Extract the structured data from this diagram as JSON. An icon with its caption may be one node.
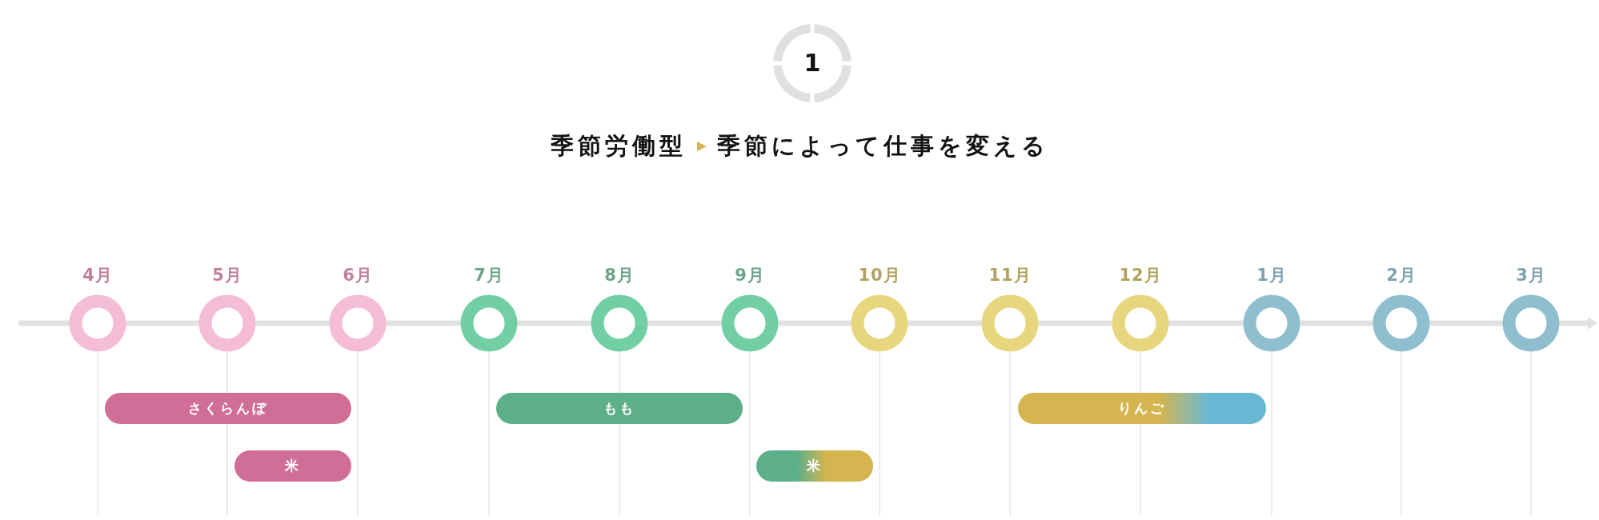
{
  "diagram": {
    "title": "季節労働型",
    "nodes": [
      {
        "text": [
          "1"
        ]
      },
      {
        "text": [
          "4月"
        ]
      },
      {
        "text": [
          "5月"
        ]
      },
      {
        "text": [
          "6月"
        ]
      },
      {
        "text": [
          "7月"
        ]
      },
      {
        "text": [
          "8月"
        ]
      },
      {
        "text": [
          "9月"
        ]
      },
      {
        "text": [
          "10月"
        ]
      },
      {
        "text": [
          "11月"
        ]
      },
      {
        "text": [
          "12月"
        ]
      },
      {
        "text": [
          "1月"
        ]
      },
      {
        "text": [
          "2月"
        ]
      },
      {
        "text": [
          "3月"
        ]
      },
      {
        "text": [
          "さくらんぼ"
        ]
      },
      {
        "text": [
          "もも"
        ]
      },
      {
        "text": [
          "りんご"
        ]
      },
      {
        "text": [
          "米"
        ]
      },
      {
        "text": [
          "米"
        ]
      }
    ],
    "labels": [
      "季節によって仕事を変える"
    ]
  }
}
